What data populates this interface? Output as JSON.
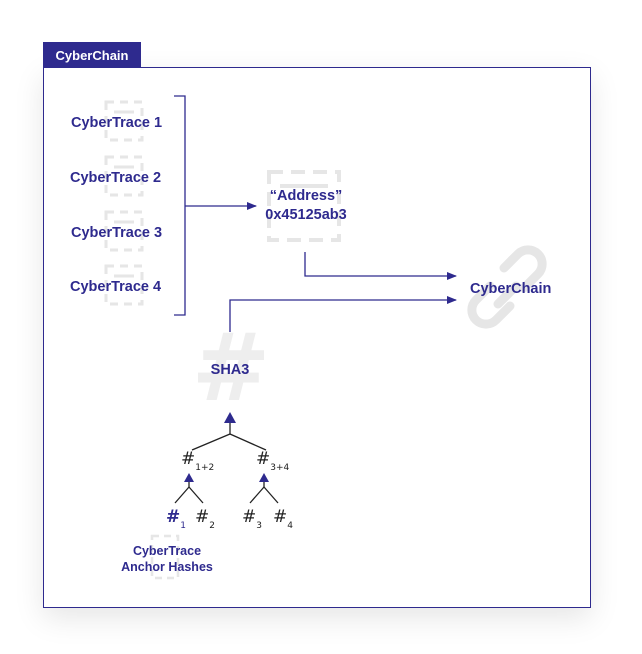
{
  "header": {
    "tab_label": "CyberChain"
  },
  "traces": [
    {
      "label": "CyberTrace 1"
    },
    {
      "label": "CyberTrace 2"
    },
    {
      "label": "CyberTrace 3"
    },
    {
      "label": "CyberTrace 4"
    }
  ],
  "address": {
    "title": "“Address”",
    "value": "0x45125ab3"
  },
  "chain": {
    "label": "CyberChain"
  },
  "sha": {
    "label": "SHA3"
  },
  "tree": {
    "symbol": "#",
    "level1": [
      {
        "sub": "1+2"
      },
      {
        "sub": "3+4"
      }
    ],
    "leaves": [
      {
        "sub": "1"
      },
      {
        "sub": "2"
      },
      {
        "sub": "3"
      },
      {
        "sub": "4"
      }
    ]
  },
  "anchor": {
    "line1": "CyberTrace",
    "line2": "Anchor Hashes"
  },
  "colors": {
    "primary": "#2e2a8e",
    "icon_watermark": "#e6e6e6",
    "text_dark": "#222222"
  }
}
